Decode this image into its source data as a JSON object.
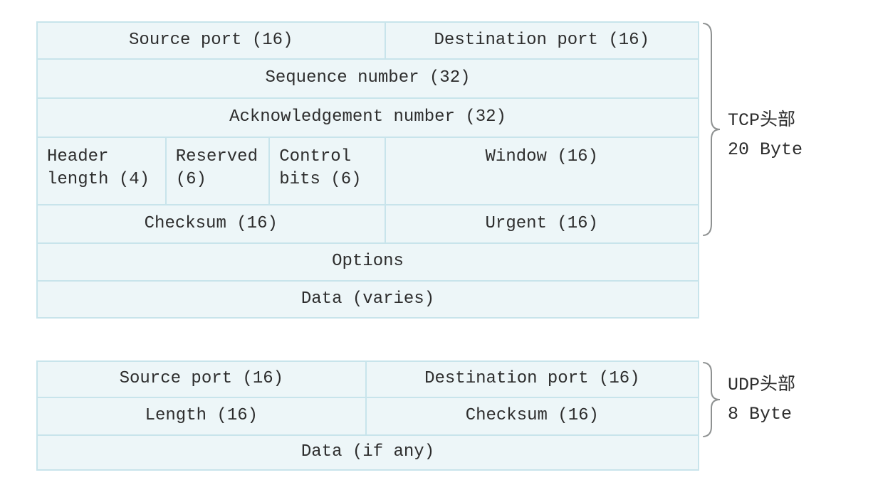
{
  "colors": {
    "cell_fill": "#edf6f8",
    "grid_line": "#c8e4eb",
    "text": "#2d2d2d",
    "brace": "#8e9191",
    "page_bg": "#ffffff"
  },
  "tcp": {
    "rows": [
      [
        "Source port (16)",
        "Destination port (16)"
      ],
      [
        "Sequence number (32)"
      ],
      [
        "Acknowledgement number (32)"
      ],
      [
        "Header length (4)",
        "Reserved (6)",
        "Control bits (6)",
        "Window (16)"
      ],
      [
        "Checksum (16)",
        "Urgent (16)"
      ],
      [
        "Options"
      ],
      [
        "Data (varies)"
      ]
    ],
    "brace_label": {
      "line1": "TCP头部",
      "line2": "20 Byte"
    }
  },
  "udp": {
    "rows": [
      [
        "Source port (16)",
        "Destination port (16)"
      ],
      [
        "Length (16)",
        "Checksum (16)"
      ],
      [
        "Data (if any)"
      ]
    ],
    "brace_label": {
      "line1": "UDP头部",
      "line2": "8 Byte"
    }
  }
}
